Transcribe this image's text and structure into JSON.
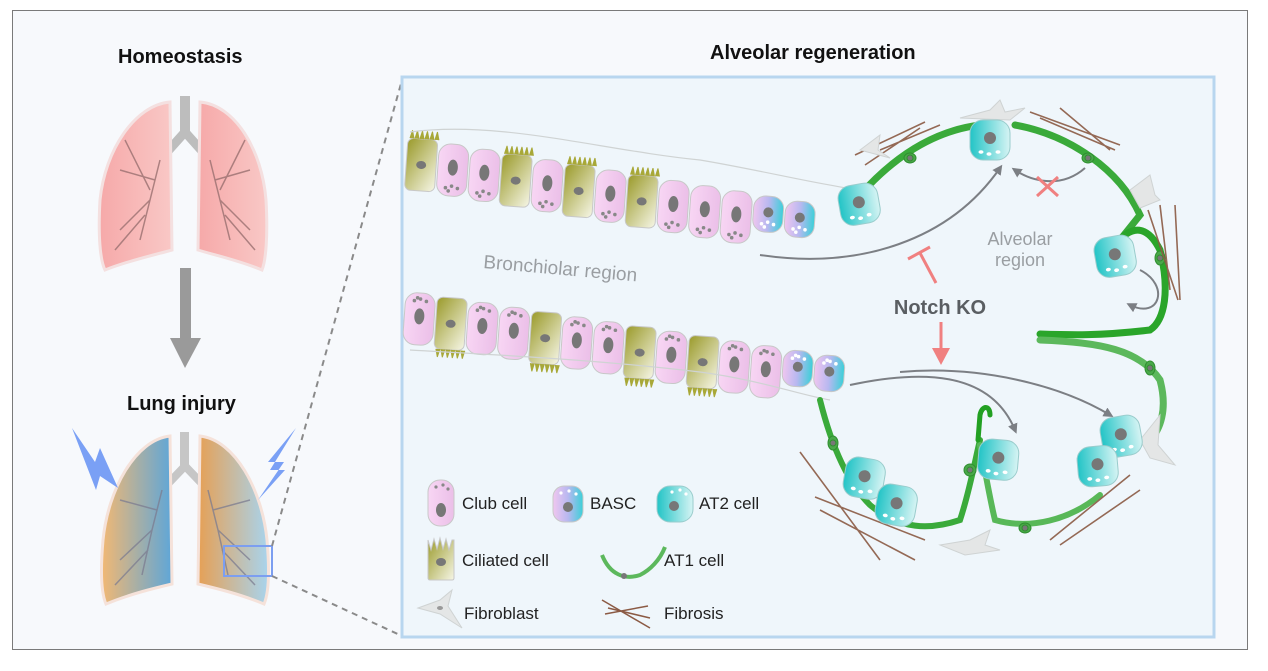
{
  "titles": {
    "homeostasis": "Homeostasis",
    "lung_injury": "Lung injury",
    "alveolar_regeneration": "Alveolar regeneration"
  },
  "regions": {
    "bronchiolar": "Bronchiolar region",
    "alveolar_line1": "Alveolar",
    "alveolar_line2": "region"
  },
  "intervention": {
    "label": "Notch KO",
    "color": "#f08080"
  },
  "legend": {
    "items": [
      {
        "id": "club",
        "label": "Club cell",
        "icon": "club-cell-icon"
      },
      {
        "id": "basc",
        "label": "BASC",
        "icon": "basc-icon"
      },
      {
        "id": "at2",
        "label": "AT2 cell",
        "icon": "at2-cell-icon"
      },
      {
        "id": "ciliated",
        "label": "Ciliated cell",
        "icon": "ciliated-cell-icon"
      },
      {
        "id": "at1",
        "label": "AT1 cell",
        "icon": "at1-cell-icon"
      },
      {
        "id": "fibroblast",
        "label": "Fibroblast",
        "icon": "fibroblast-icon"
      },
      {
        "id": "fibrosis",
        "label": "Fibrosis",
        "icon": "fibrosis-icon"
      }
    ]
  },
  "colors": {
    "club": "#f3c9f0",
    "ciliated": "#a8a838",
    "at2": "#36c8c8",
    "at1": "#3aaa3a",
    "fibrosis": "#8b5a44",
    "injury_bolt": "#7aa0f5",
    "panel_border": "#b8d6ef",
    "arrow": "#808488"
  }
}
